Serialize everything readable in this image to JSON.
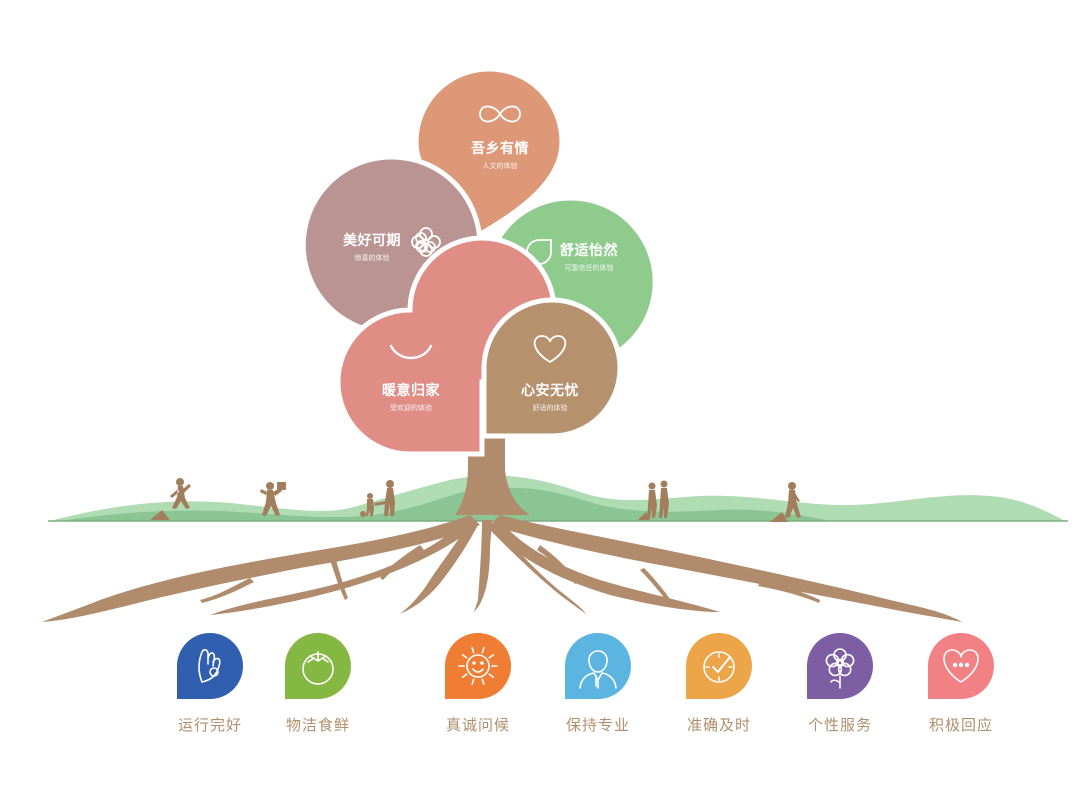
{
  "leaves": [
    {
      "id": "wuxiang",
      "title": "吾乡有情",
      "subtitle": "人文的体验",
      "color": "#dc9877",
      "icon": "infinity-icon"
    },
    {
      "id": "meihao",
      "title": "美好可期",
      "subtitle": "惊喜的体验",
      "color": "#ba9492",
      "icon": "clover-icon"
    },
    {
      "id": "shushi",
      "title": "舒适怡然",
      "subtitle": "可靠信任的体验",
      "color": "#8ecb8d",
      "icon": "leaf-icon"
    },
    {
      "id": "nuanyi",
      "title": "暖意归家",
      "subtitle": "受欢迎的体验",
      "color": "#df8d85",
      "icon": "smile-icon"
    },
    {
      "id": "xinan",
      "title": "心安无忧",
      "subtitle": "舒适的体验",
      "color": "#b6916e",
      "icon": "heart-icon"
    }
  ],
  "badges": [
    {
      "label": "运行完好",
      "color": "#2f5fae",
      "icon": "ok-hand-icon"
    },
    {
      "label": "物洁食鲜",
      "color": "#84b843",
      "icon": "tomato-icon"
    },
    {
      "label": "真诚问候",
      "color": "#ef7d33",
      "icon": "sun-smile-icon"
    },
    {
      "label": "保持专业",
      "color": "#5cb4e0",
      "icon": "staff-person-icon"
    },
    {
      "label": "准确及时",
      "color": "#eda54a",
      "icon": "clock-icon"
    },
    {
      "label": "个性服务",
      "color": "#7d5ea2",
      "icon": "flower-icon"
    },
    {
      "label": "积极回应",
      "color": "#f18185",
      "icon": "chat-heart-icon"
    }
  ],
  "colors": {
    "trunk": "#b08b6c",
    "hill_light": "#b0dcb4",
    "hill_dark": "#7fbe88",
    "ground_line": "#7aaf80",
    "silhouette": "#a27e5c",
    "badge_text": "#b28f6c",
    "leaf_border": "#ffffff"
  }
}
